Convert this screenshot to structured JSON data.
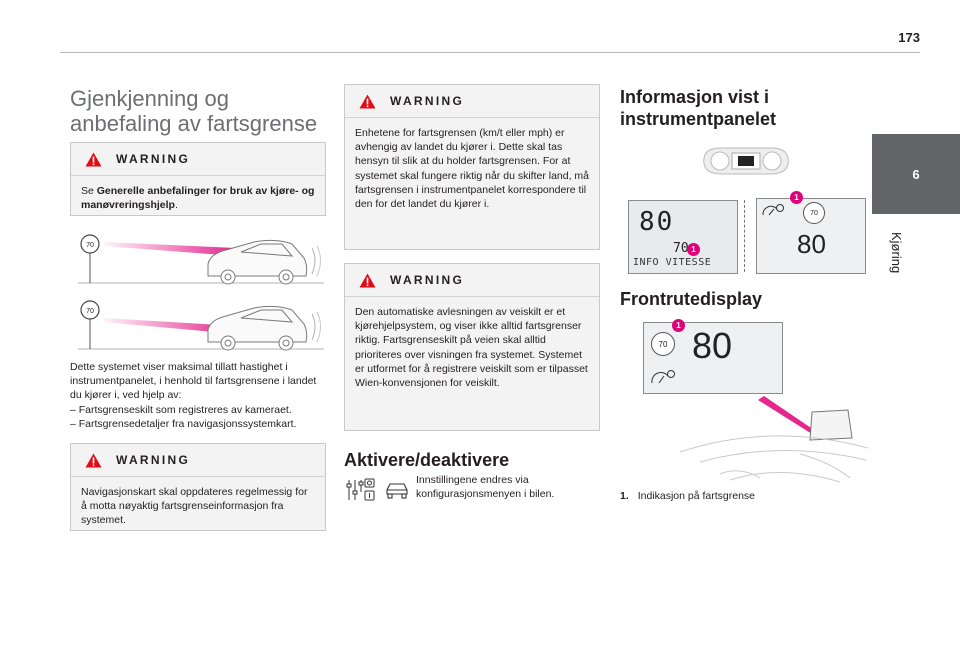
{
  "page": {
    "number": "173"
  },
  "side_tab": {
    "chapter": "6",
    "label": "Kjøring"
  },
  "col1": {
    "title": "Gjenkjenning og anbefaling av fartsgrense",
    "warning1": {
      "heading": "WARNING",
      "intro": "Se ",
      "bold": "Generelle anbefalinger for bruk av kjøre- og manøvreringshjelp",
      "end": "."
    },
    "sign_value": "70",
    "intro_text": "Dette systemet viser maksimal tillatt hastighet i instrumentpanelet, i henhold til fartsgrensene i landet du kjører i, ved hjelp av:",
    "bullets": [
      "– Fartsgrenseskilt som registreres av kameraet.",
      "– Fartsgrensedetaljer fra navigasjonssystemkart."
    ],
    "warning2": {
      "heading": "WARNING",
      "text": "Navigasjonskart skal oppdateres regelmessig for å motta nøyaktig fartsgrenseinformasjon fra systemet."
    }
  },
  "col2": {
    "warning3": {
      "heading": "WARNING",
      "text": "Enhetene for fartsgrensen (km/t eller mph) er avhengig av landet du kjører i. Dette skal tas hensyn til slik at du holder fartsgrensen. For at systemet skal fungere riktig når du skifter land, må fartsgrensen i instrumentpanelet korrespondere til den for det landet du kjører i."
    },
    "warning4": {
      "heading": "WARNING",
      "text": "Den automatiske avlesningen av veiskilt er et kjørehjelpsystem, og viser ikke alltid fartsgrenser riktig. Fartsgrenseskilt på veien skal alltid prioriteres over visningen fra systemet. Systemet er utformet for å registrere veiskilt som er tilpasset Wien-konvensjonen for veiskilt."
    },
    "activate_title": "Aktivere/deaktivere",
    "activate_text": "Innstillingene endres via konfigurasjonsmenyen i bilen."
  },
  "col3": {
    "title": "Informasjon vist i instrumentpanelet",
    "cluster_speed": "80",
    "cluster_sign": "70",
    "cluster_info": "INFO VITESSE",
    "badge": "1",
    "hud_title": "Frontrutedisplay",
    "hud_speed": "80",
    "hud_sign": "70",
    "legend_num": "1.",
    "legend_text": "Indikasjon på fartsgrense"
  },
  "colors": {
    "accent": "#e0007a",
    "tab": "#636568",
    "title_gray": "#6d6e71"
  },
  "icons": [
    "warning-triangle-icon",
    "speed-limit-sign-icon",
    "car-icon",
    "driving-aids-menu-icon",
    "car-settings-icon",
    "speed-limit-recognition-icon"
  ]
}
